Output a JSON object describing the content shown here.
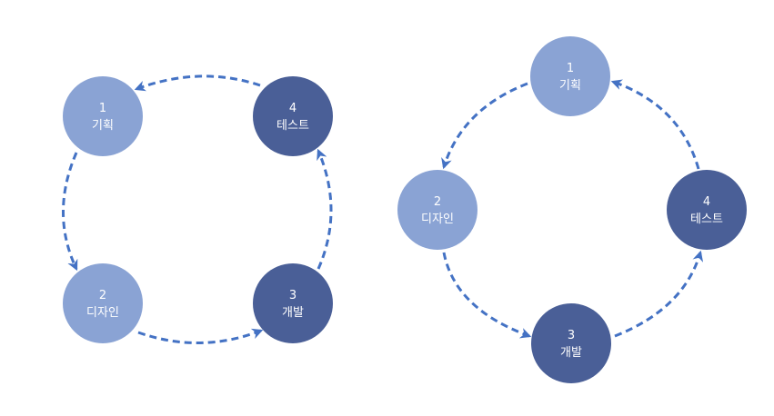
{
  "colors": {
    "light_node": "#8aa3d4",
    "dark_node": "#4a5f97",
    "arrow": "#4472c4",
    "background": "#ffffff"
  },
  "diagrams": [
    {
      "layout": "square-cycle",
      "nodes": [
        {
          "number": "1",
          "label": "기획",
          "tone": "light"
        },
        {
          "number": "2",
          "label": "디자인",
          "tone": "light"
        },
        {
          "number": "3",
          "label": "개발",
          "tone": "dark"
        },
        {
          "number": "4",
          "label": "테스트",
          "tone": "dark"
        }
      ]
    },
    {
      "layout": "diamond-cycle",
      "nodes": [
        {
          "number": "1",
          "label": "기획",
          "tone": "light"
        },
        {
          "number": "2",
          "label": "디자인",
          "tone": "light"
        },
        {
          "number": "3",
          "label": "개발",
          "tone": "dark"
        },
        {
          "number": "4",
          "label": "테스트",
          "tone": "dark"
        }
      ]
    }
  ]
}
